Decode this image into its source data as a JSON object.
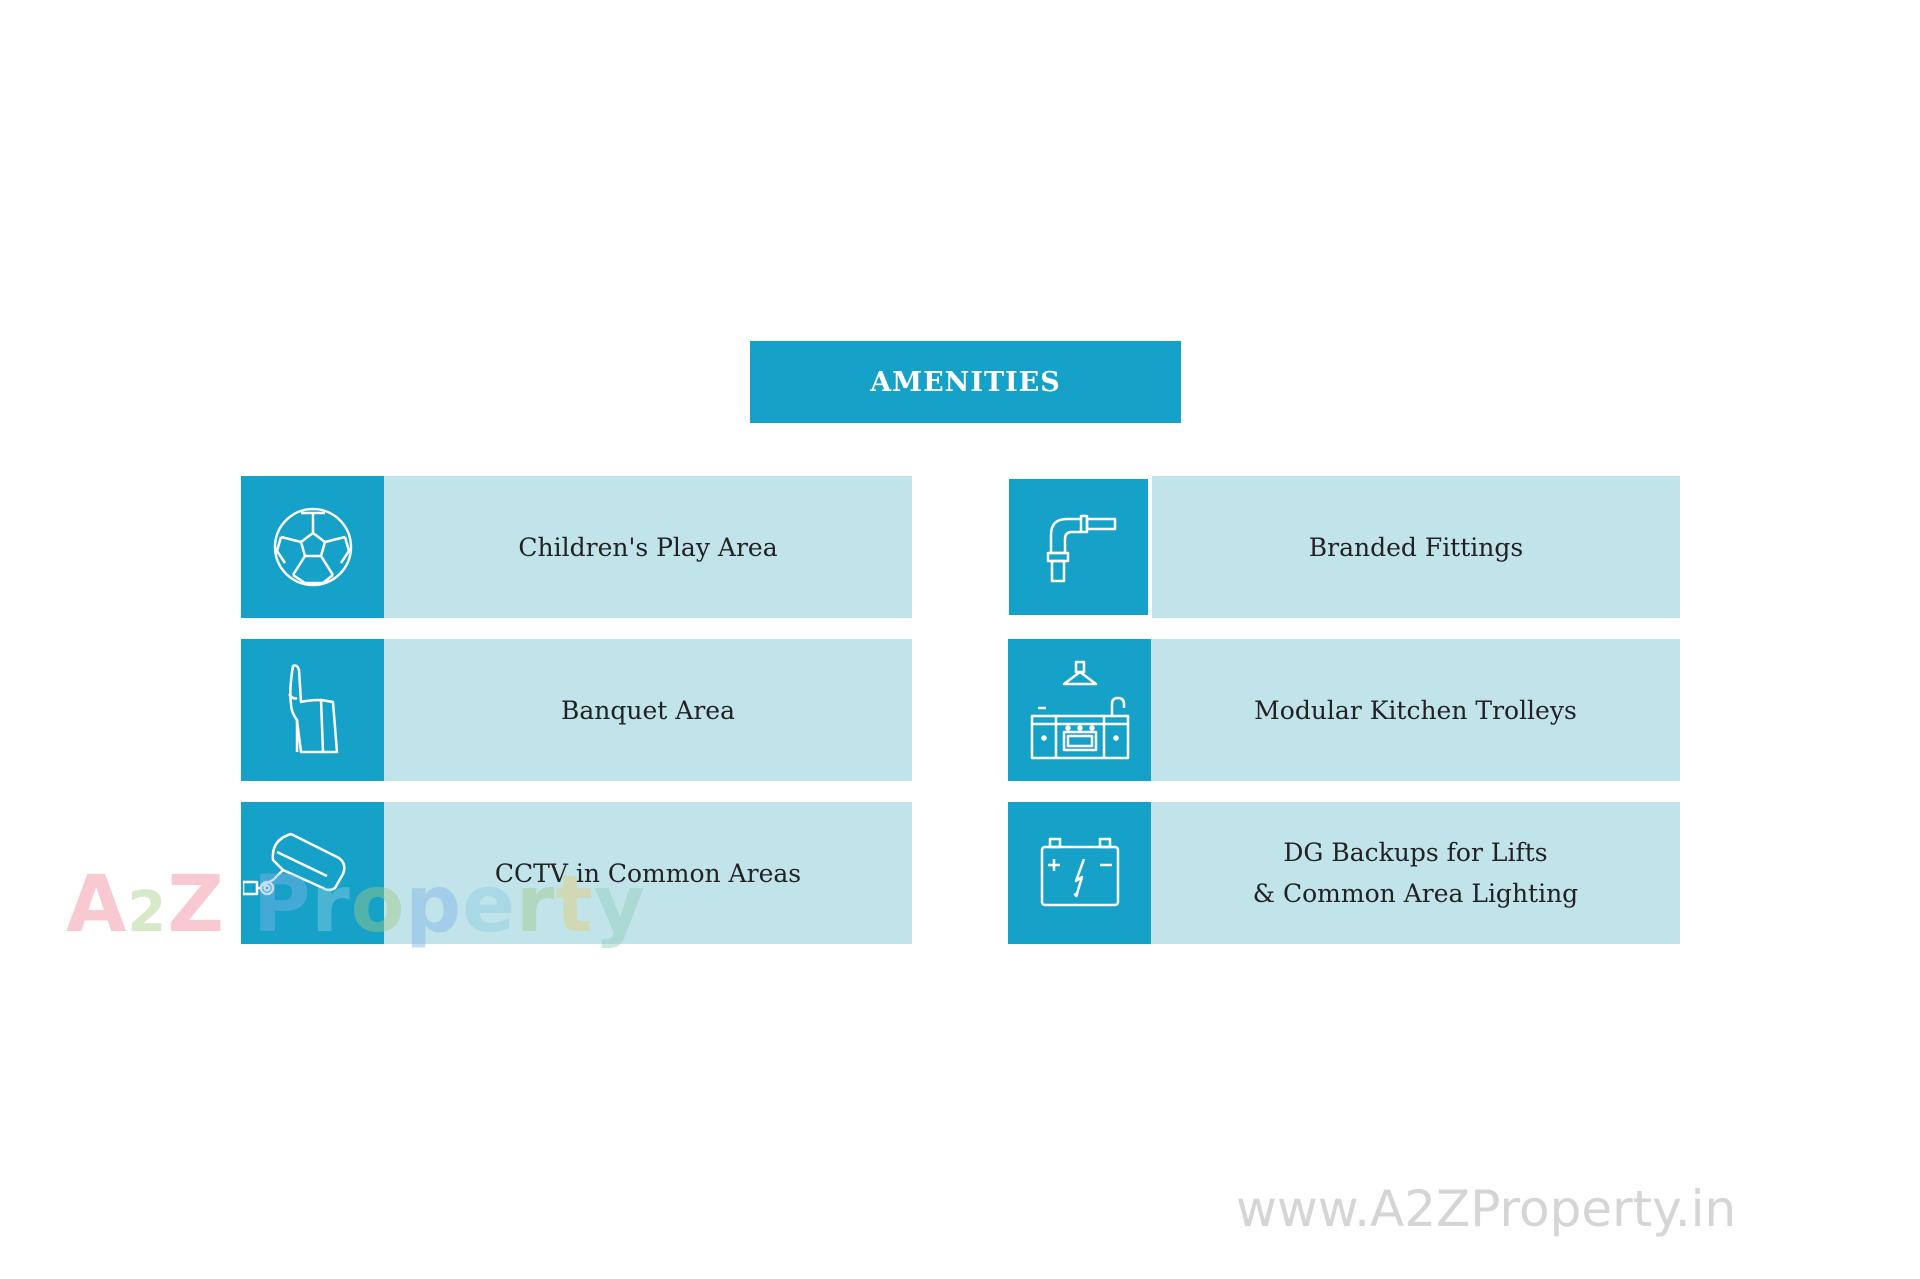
{
  "header": {
    "title": "AMENITIES"
  },
  "amenities": [
    {
      "icon": "soccer-ball-icon",
      "label_lines": [
        "Children's Play Area"
      ]
    },
    {
      "icon": "faucet-pipe-icon",
      "label_lines": [
        "Branded Fittings"
      ]
    },
    {
      "icon": "chair-icon",
      "label_lines": [
        "Banquet Area"
      ]
    },
    {
      "icon": "kitchen-stove-icon",
      "label_lines": [
        "Modular Kitchen Trolleys"
      ]
    },
    {
      "icon": "cctv-camera-icon",
      "label_lines": [
        "CCTV in Common Areas"
      ]
    },
    {
      "icon": "battery-icon",
      "label_lines": [
        "DG Backups for Lifts",
        "& Common Area Lighting"
      ]
    }
  ],
  "watermark": {
    "logo_text": "A2Z Property",
    "url": "www.A2ZProperty.in"
  },
  "colors": {
    "accent": "#15a1c8",
    "card_background": "#c1e3ea",
    "text": "#222222"
  }
}
